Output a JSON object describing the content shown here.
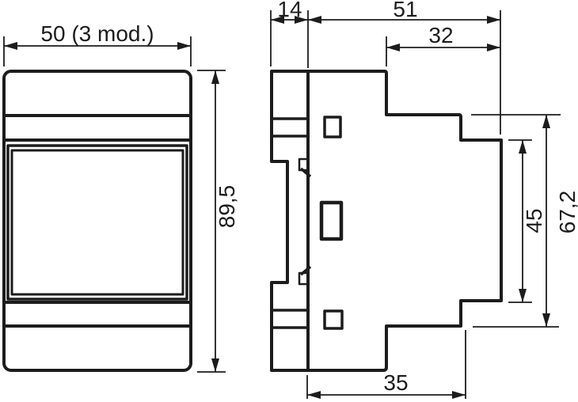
{
  "drawing": {
    "colors": {
      "line": "#1c1c1c",
      "background": "#ffffff"
    },
    "dimensions": {
      "front_width": "50 (3 mod.)",
      "front_height": "89,5",
      "side_back_depth": "14",
      "side_total_depth": "51",
      "side_upper_depth": "32",
      "side_inner_height": "45",
      "side_front_height": "67,2",
      "side_bottom_depth": "35"
    }
  }
}
